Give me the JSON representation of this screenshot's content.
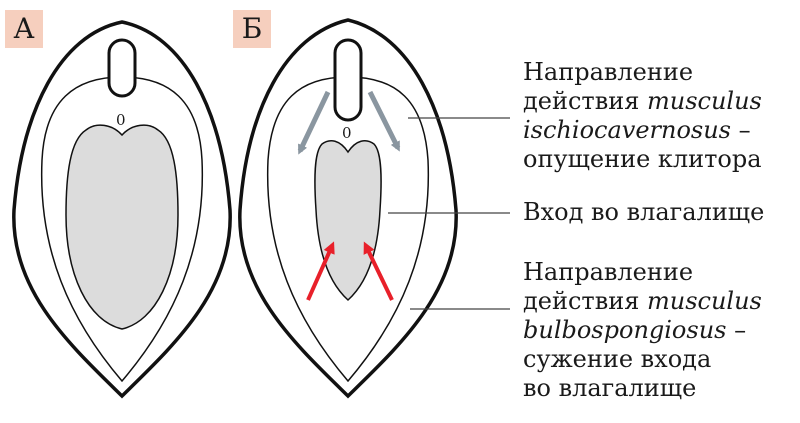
{
  "panels": {
    "a_letter": "А",
    "b_letter": "Б",
    "zero_mark": "0"
  },
  "labels": {
    "ischio": {
      "line1": "Направление",
      "line2_word": "действия",
      "line2_latin": "musculus",
      "line3_latin": "ischiocavernosus",
      "line3_rest": " –",
      "line4": "опущение клитора"
    },
    "entrance": "Вход во влагалище",
    "bulbo": {
      "line1": "Направление",
      "line2_word": "действия",
      "line2_latin": "musculus",
      "line3_latin": "bulbospongiosus",
      "line3_rest": " –",
      "line4": "сужение входа",
      "line5": "во влагалище"
    }
  },
  "colors": {
    "outline": "#111111",
    "fill": "#dcdcdc",
    "badge": "#f6cfbe",
    "arrow_gray": "#8a96a0",
    "arrow_red": "#e8202a"
  }
}
